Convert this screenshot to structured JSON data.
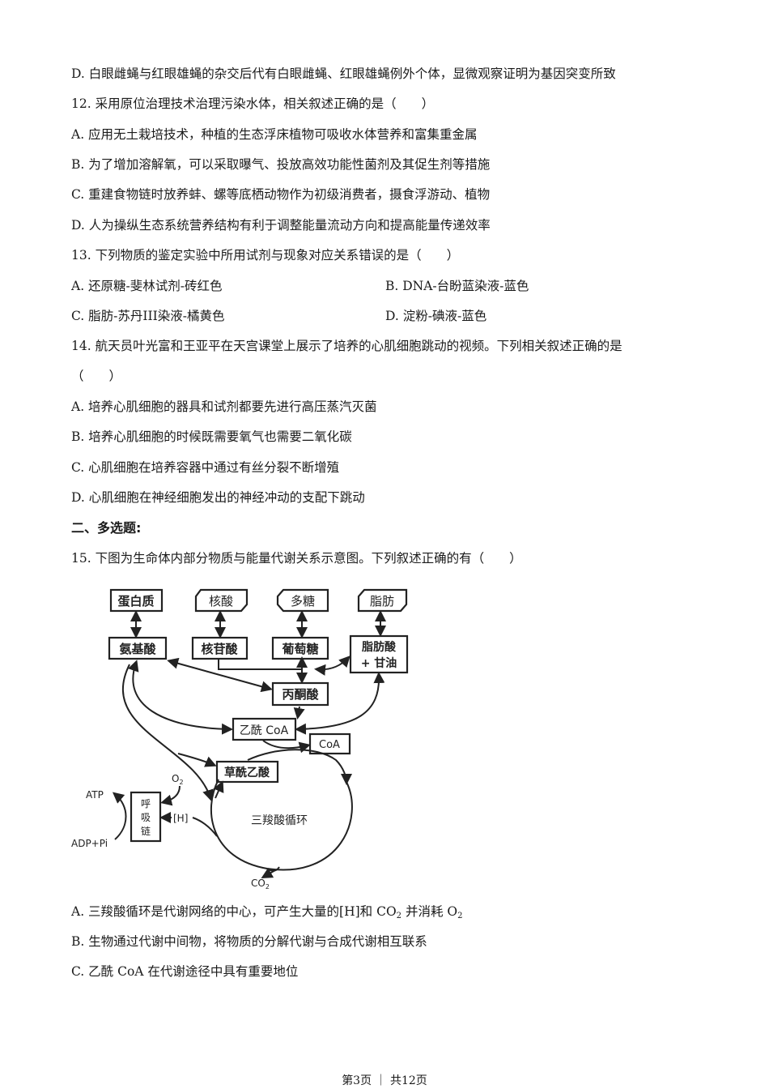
{
  "lines": [
    "D. 白眼雌蝇与红眼雄蝇的杂交后代有白眼雌蝇、红眼雄蝇例外个体，显微观察证明为基因突变所致",
    "12. 采用原位治理技术治理污染水体，相关叙述正确的是（　　）",
    "A. 应用无土栽培技术，种植的生态浮床植物可吸收水体营养和富集重金属",
    "B. 为了增加溶解氧，可以采取曝气、投放高效功能性菌剂及其促生剂等措施",
    "C. 重建食物链时放养蚌、螺等底栖动物作为初级消费者，摄食浮游动、植物",
    "D. 人为操纵生态系统营养结构有利于调整能量流动方向和提高能量传递效率",
    "13. 下列物质的鉴定实验中所用试剂与现象对应关系错误的是（　　）"
  ],
  "q13_options": {
    "a": "A. 还原糖-斐林试剂-砖红色",
    "b": "B. DNA-台盼蓝染液-蓝色",
    "c": "C. 脂肪-苏丹III染液-橘黄色",
    "d": "D. 淀粉-碘液-蓝色"
  },
  "q14": {
    "stem": "14. 航天员叶光富和王亚平在天宫课堂上展示了培养的心肌细胞跳动的视频。下列相关叙述正确的是",
    "paren": "（　　）",
    "a": "A. 培养心肌细胞的器具和试剂都要先进行高压蒸汽灭菌",
    "b": "B. 培养心肌细胞的时候既需要氧气也需要二氧化碳",
    "c": "C. 心肌细胞在培养容器中通过有丝分裂不断增殖",
    "d": "D. 心肌细胞在神经细胞发出的神经冲动的支配下跳动"
  },
  "section2": "二、多选题:",
  "q15": {
    "stem": "15. 下图为生命体内部分物质与能量代谢关系示意图。下列叙述正确的有（　　）",
    "diagram": {
      "protein": "蛋白质",
      "nucleic_acid": "核酸",
      "polysaccharide": "多糖",
      "fat": "脂肪",
      "amino_acid": "氨基酸",
      "nucleotide": "核苷酸",
      "glucose": "葡萄糖",
      "fatty_acid": "脂肪酸",
      "glycerol": "+ 甘油",
      "pyruvate": "丙酮酸",
      "acetyl_coa": "乙酰 CoA",
      "coa": "CoA",
      "oxaloacetate": "草酰乙酸",
      "tca": "三羧酸循环",
      "resp_chain": [
        "呼",
        "吸",
        "链"
      ],
      "atp": "ATP",
      "adp": "ADP+Pi",
      "o2": "O",
      "o2_sub": "2",
      "h": "[H]",
      "co2": "CO",
      "co2_sub": "2"
    },
    "a_pre": "A. 三羧酸循环是代谢网络的中心，可产生大量的[H]和 CO",
    "a_sub1": "2",
    "a_mid": " 并消耗 O",
    "a_sub2": "2",
    "b": "B. 生物通过代谢中间物，将物质的分解代谢与合成代谢相互联系",
    "c": "C. 乙酰 CoA 在代谢途径中具有重要地位"
  },
  "footer": "第3页 ｜ 共12页"
}
